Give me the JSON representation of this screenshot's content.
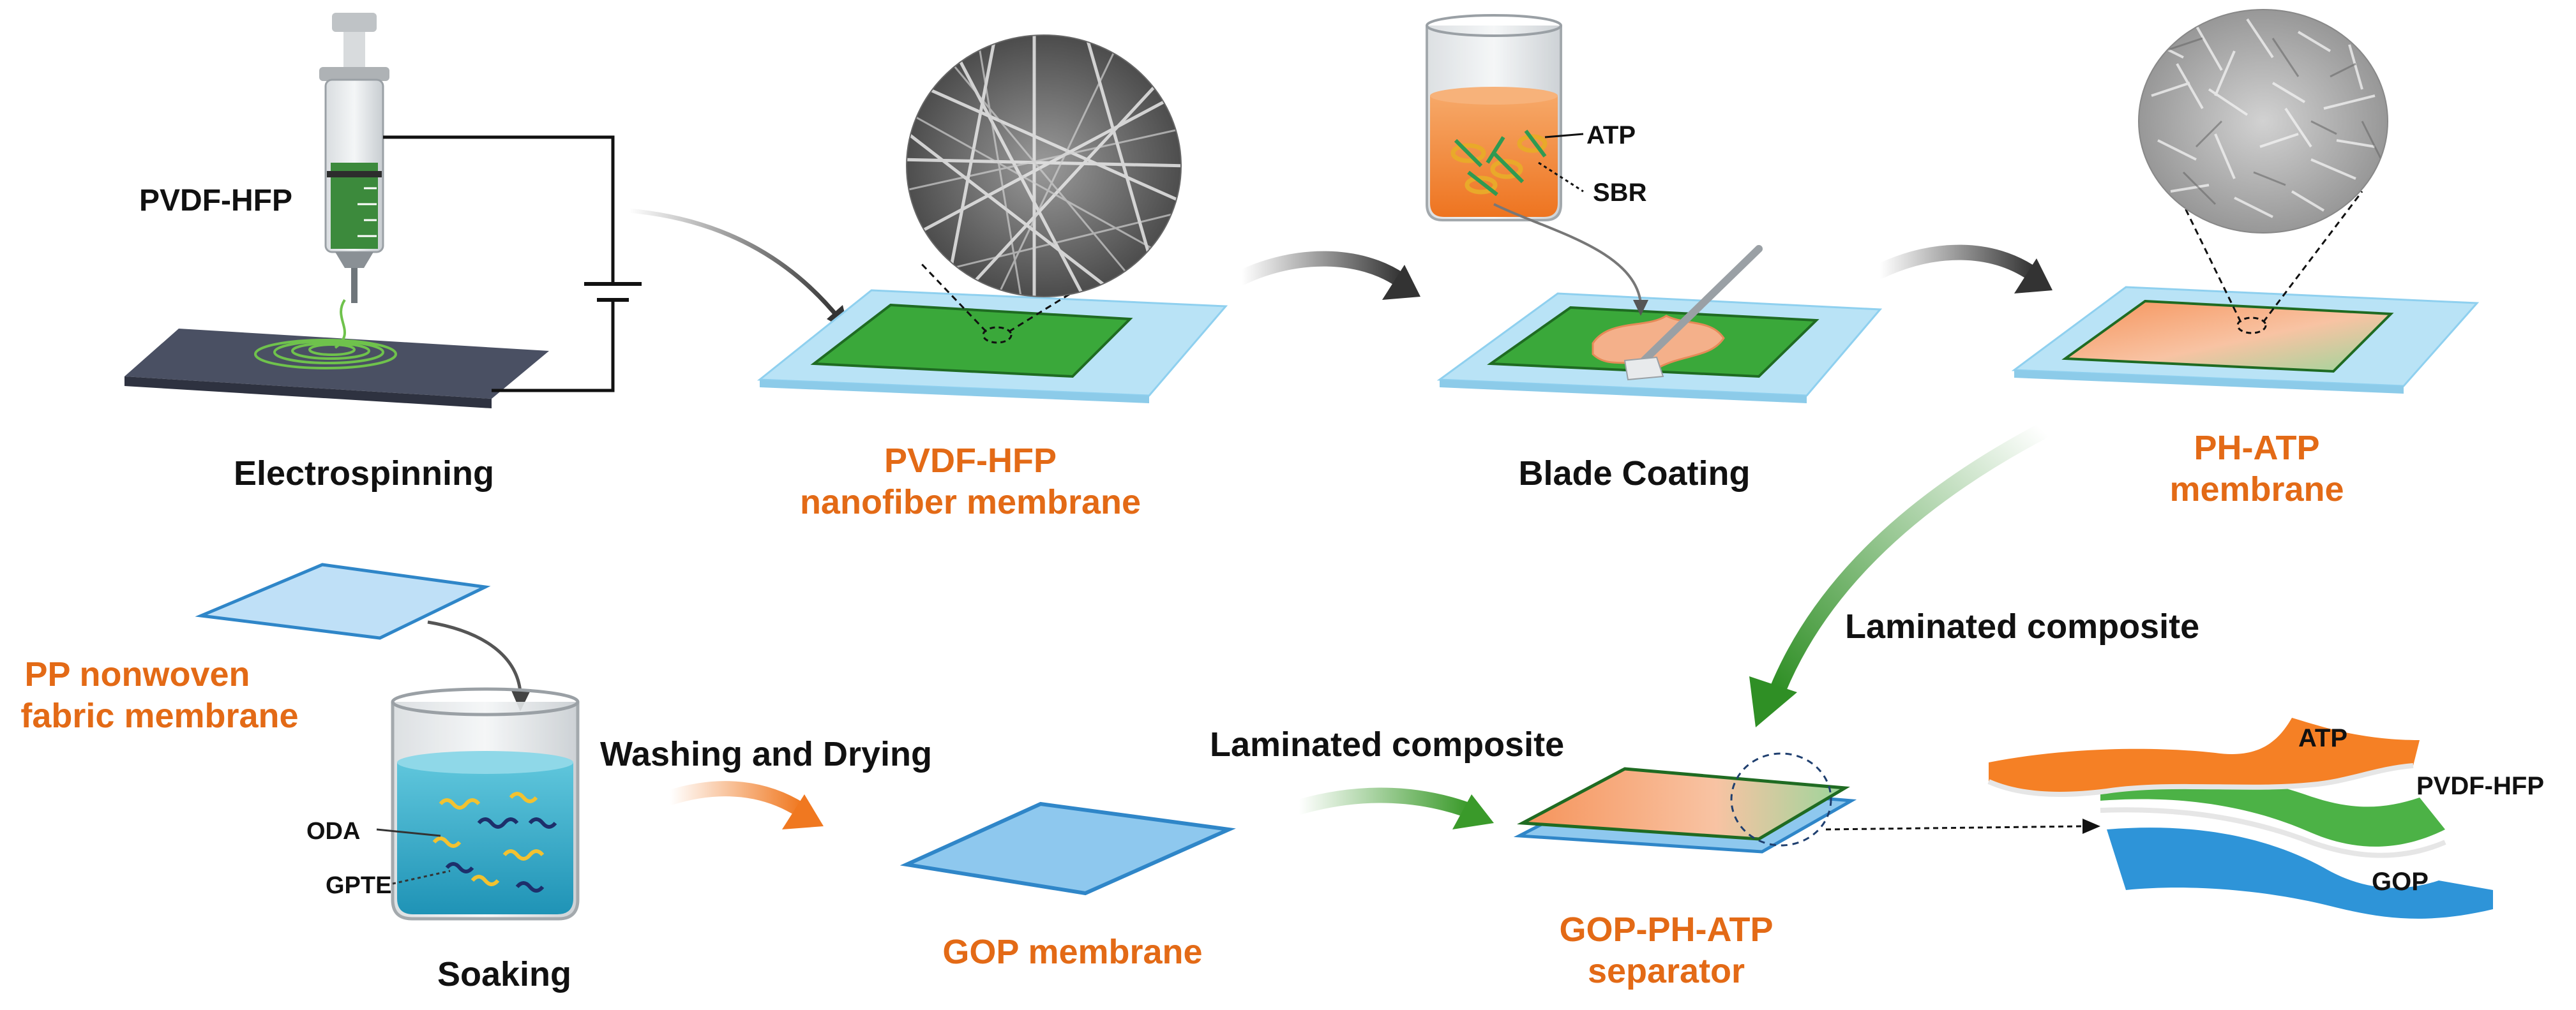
{
  "steps": {
    "electrospinning": "Electrospinning",
    "blade_coating": "Blade Coating",
    "soaking": "Soaking",
    "washing_drying": "Washing and Drying",
    "laminated_composite_1": "Laminated composite",
    "laminated_composite_2": "Laminated composite"
  },
  "products": {
    "pvdf_membrane_line1": "PVDF-HFP",
    "pvdf_membrane_line2": "nanofiber membrane",
    "ph_atp_line1": "PH-ATP",
    "ph_atp_line2": "membrane",
    "pp_line1": "PP nonwoven",
    "pp_line2": "fabric membrane",
    "gop_membrane": "GOP membrane",
    "separator_line1": "GOP-PH-ATP",
    "separator_line2": "separator"
  },
  "labels": {
    "pvdf_syringe": "PVDF-HFP",
    "atp": "ATP",
    "sbr": "SBR",
    "oda": "ODA",
    "gpte": "GPTE",
    "layer_atp": "ATP",
    "layer_pvdf": "PVDF-HFP",
    "layer_gop": "GOP"
  },
  "colors": {
    "orange_text": "#e36a16",
    "green_membrane": "#3aa83a",
    "light_blue_frame": "#b9e3f6",
    "gop_blue": "#8ec8ee",
    "orange_layer": "#f58025",
    "water_blue": "#2fa6c8"
  }
}
